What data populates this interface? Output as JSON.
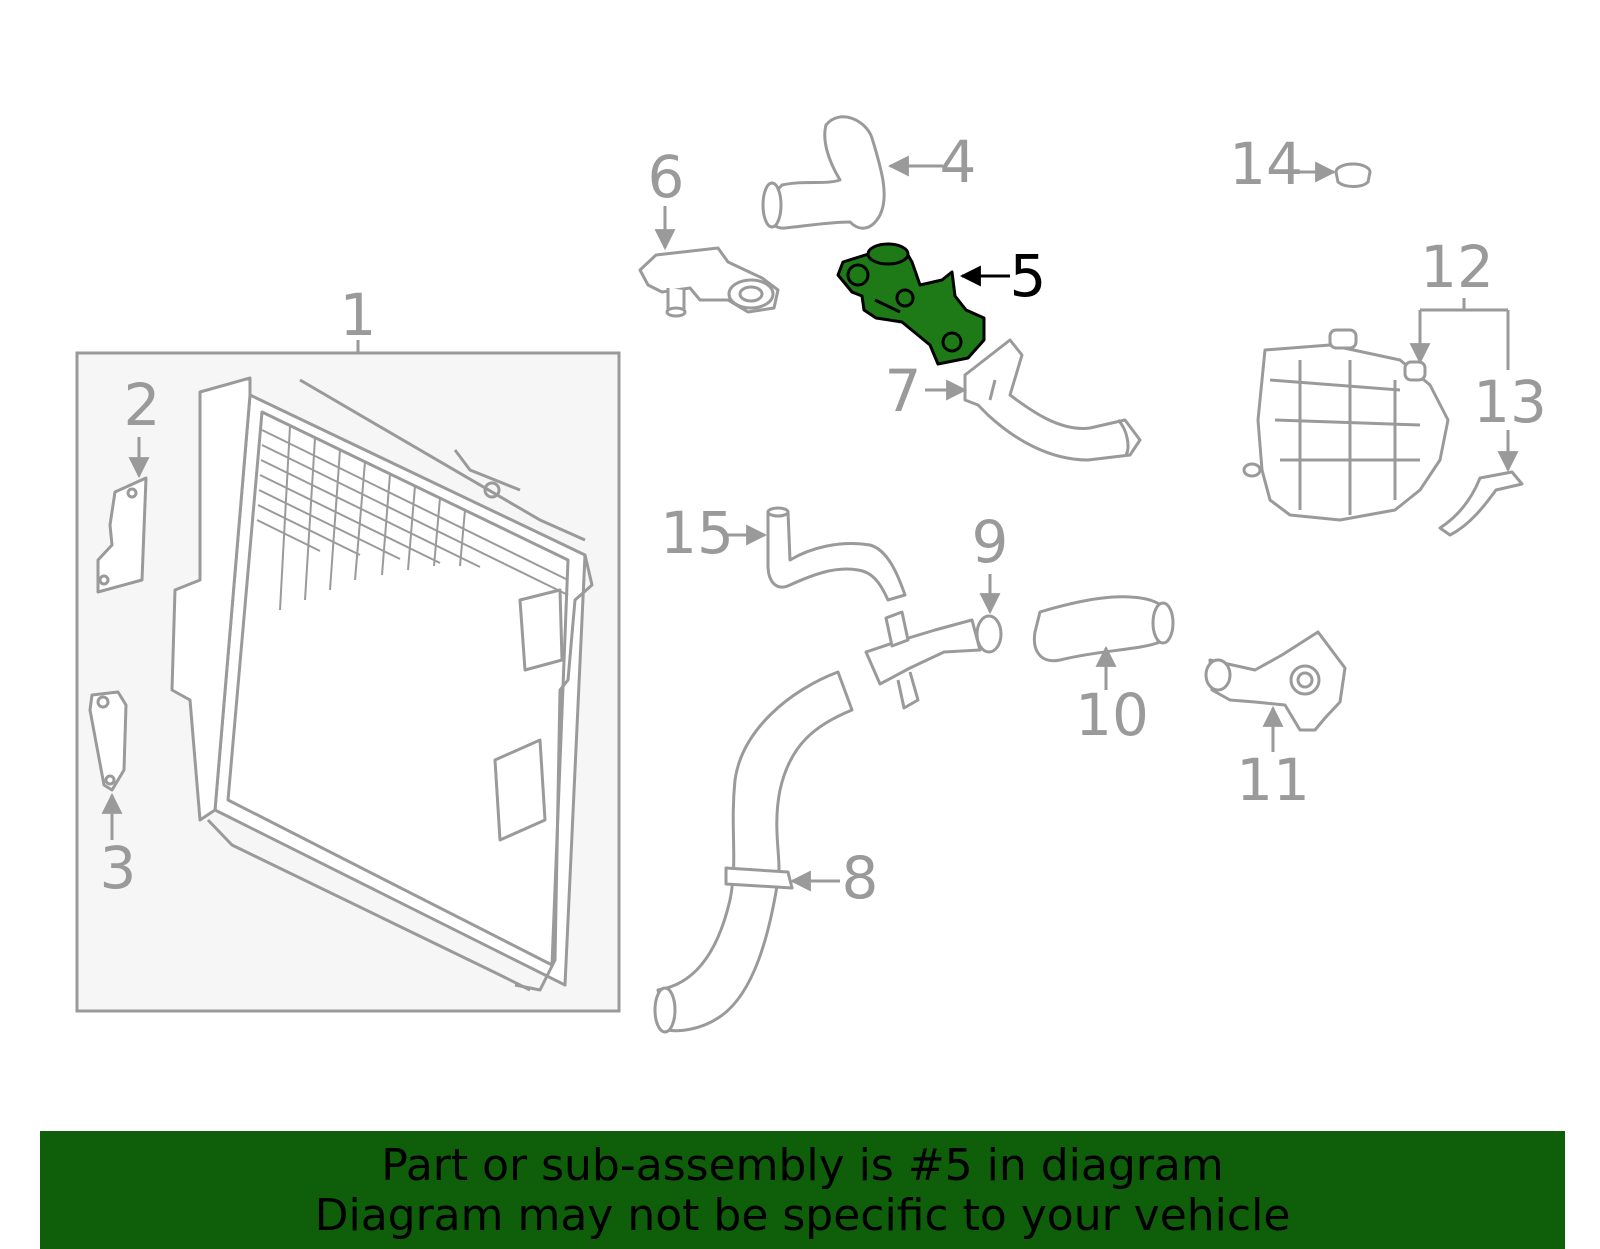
{
  "diagram": {
    "callouts": {
      "c1": "1",
      "c2": "2",
      "c3": "3",
      "c4": "4",
      "c5": "5",
      "c6": "6",
      "c7": "7",
      "c8": "8",
      "c9": "9",
      "c10": "10",
      "c11": "11",
      "c12": "12",
      "c13": "13",
      "c14": "14",
      "c15": "15"
    },
    "highlighted_part": "5",
    "colors": {
      "line": "#9a9a9a",
      "highlight_fill": "#1d7a17",
      "highlight_stroke": "#000000",
      "inset_bg": "#f6f6f6",
      "banner_bg": "#0e5e0a"
    }
  },
  "banner": {
    "line1": "Part or sub-assembly is #5 in diagram",
    "line2": "Diagram may not be specific to your vehicle"
  }
}
